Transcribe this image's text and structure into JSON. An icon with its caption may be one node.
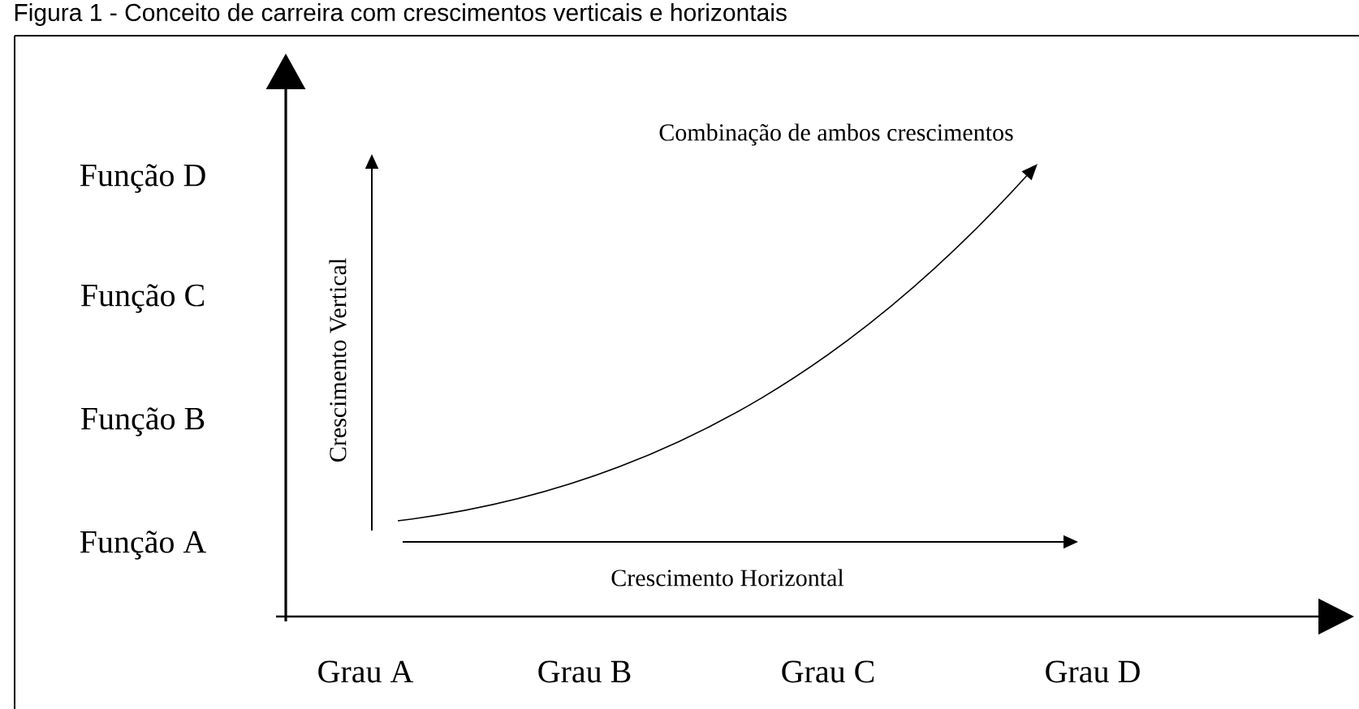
{
  "diagram": {
    "title": "Figura 1 - Conceito de carreira com crescimentos verticais e horizontais",
    "labels": [
      "Combinação de ambos crescimentos",
      "Função D",
      "Função C",
      "Crescimento Vertical",
      "Função B",
      "Função A",
      "Crescimento Horizontal",
      "Grau A",
      "Grau B",
      "Grau C",
      "Grau D"
    ]
  }
}
